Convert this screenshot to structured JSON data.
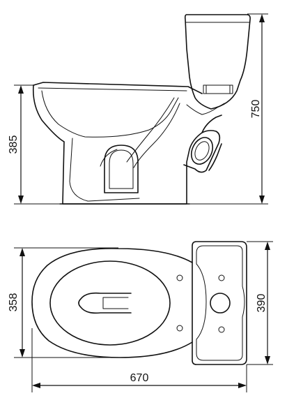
{
  "dimensions": {
    "seat_height": "385",
    "total_height": "750",
    "bowl_width": "358",
    "tank_width": "390",
    "total_length": "670"
  }
}
